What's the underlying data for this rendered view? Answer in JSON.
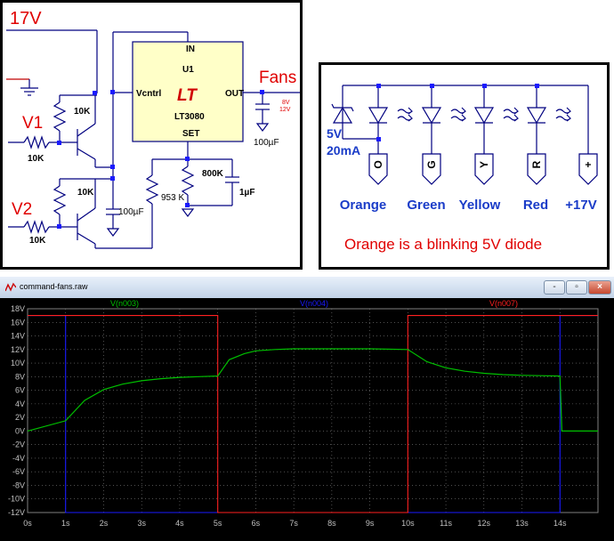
{
  "schematic": {
    "supply_label": "17V",
    "out_label": "Fans",
    "in1_label": "V1",
    "in2_label": "V2",
    "ic": {
      "pin_in": "IN",
      "ref": "U1",
      "pin_vctrl": "Vcntrl",
      "pin_out": "OUT",
      "part": "LT3080",
      "pin_set": "SET",
      "logo": "LT"
    },
    "r_top_pullup": "10K",
    "r_base1": "10K",
    "r_mid_pullup": "10K",
    "r_base2": "10K",
    "r_set1": "953 K",
    "r_set2": "800K",
    "c_set": "1µF",
    "c_filter": "100µF",
    "c_out": "100µF",
    "out_note_1": "8V",
    "out_note_2": "12V"
  },
  "led_panel": {
    "supply_label_1": "5V",
    "supply_label_2": "20mA",
    "pins": [
      "O",
      "G",
      "Y",
      "R",
      "+"
    ],
    "names": [
      "Orange",
      "Green",
      "Yellow",
      "Red",
      "+17V"
    ],
    "note": "Orange is a blinking 5V diode",
    "note_color": "#e00000",
    "name_color": "#1a3cc8"
  },
  "waveform": {
    "window_title": "command-fans.raw",
    "buttons": [
      "-",
      "▫",
      "×"
    ],
    "traces": [
      {
        "name": "V(n003)",
        "color": "#00c000"
      },
      {
        "name": "V(n004)",
        "color": "#1a1aff"
      },
      {
        "name": "V(n007)",
        "color": "#ff2020"
      }
    ],
    "y_ticks": [
      "18V",
      "16V",
      "14V",
      "12V",
      "10V",
      "8V",
      "6V",
      "4V",
      "2V",
      "0V",
      "-2V",
      "-4V",
      "-6V",
      "-8V",
      "-10V",
      "-12V"
    ],
    "x_ticks": [
      "0s",
      "1s",
      "2s",
      "3s",
      "4s",
      "5s",
      "6s",
      "7s",
      "8s",
      "9s",
      "10s",
      "11s",
      "12s",
      "13s",
      "14s"
    ]
  },
  "chart_data": {
    "type": "line",
    "x": [
      0,
      1,
      1.5,
      2,
      2.5,
      3,
      3.5,
      4,
      4.5,
      5,
      5.3,
      5.7,
      6,
      6.5,
      7,
      8,
      9,
      10,
      10.5,
      11,
      11.5,
      12,
      12.5,
      13,
      13.5,
      14,
      14.05,
      14.5,
      15
    ],
    "series": [
      {
        "name": "V(n003)",
        "values": [
          0,
          1.5,
          4.5,
          6.1,
          6.9,
          7.4,
          7.7,
          7.9,
          8.0,
          8.1,
          10.5,
          11.4,
          11.8,
          12.0,
          12.1,
          12.1,
          12.1,
          12.0,
          10.2,
          9.3,
          8.8,
          8.5,
          8.3,
          8.2,
          8.15,
          8.1,
          0,
          0,
          0
        ]
      }
    ],
    "ylim": [
      -12,
      18
    ],
    "xlim": [
      0,
      15
    ],
    "step_traces": [
      {
        "name": "V(n004)",
        "points": [
          [
            0,
            17
          ],
          [
            1,
            17
          ],
          [
            1,
            -12
          ],
          [
            14,
            -12
          ],
          [
            14,
            17
          ],
          [
            15,
            17
          ]
        ]
      },
      {
        "name": "V(n007)",
        "points": [
          [
            0,
            17
          ],
          [
            5,
            17
          ],
          [
            5,
            -12
          ],
          [
            10,
            -12
          ],
          [
            10,
            17
          ],
          [
            15,
            17
          ]
        ]
      }
    ],
    "grid": true
  }
}
